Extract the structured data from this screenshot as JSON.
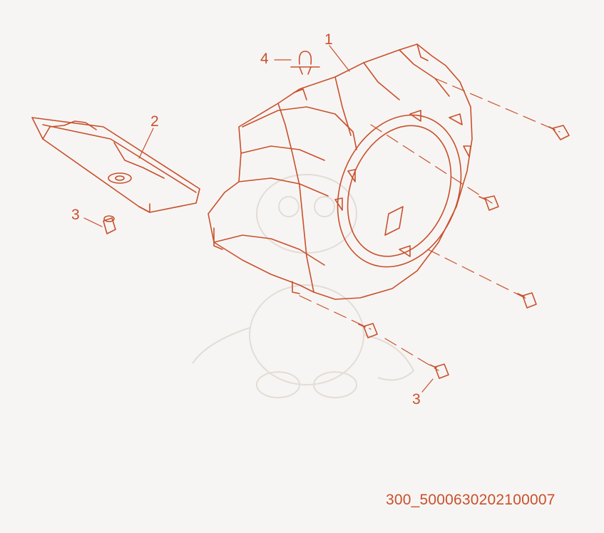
{
  "diagram": {
    "callouts": {
      "housing": "1",
      "guard": "2",
      "bolt_left": "3",
      "bolt_bottom": "3",
      "clip": "4"
    },
    "part_code": "300_5000630202100007",
    "colors": {
      "line": "#c8502c",
      "background": "#f7f5f3",
      "watermark": "#e3dcd6"
    }
  }
}
